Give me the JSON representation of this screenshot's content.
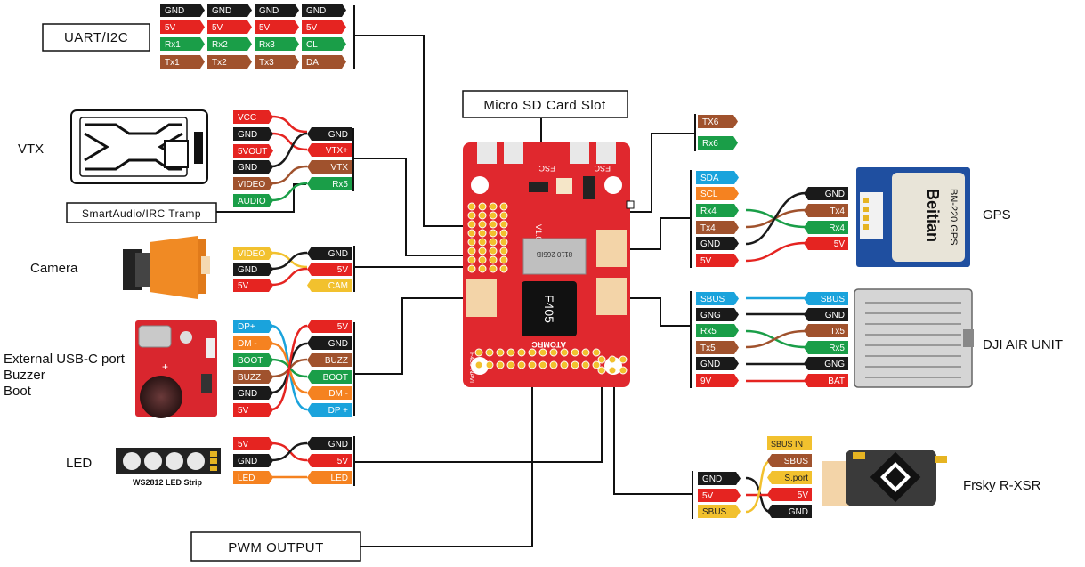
{
  "title_boxes": {
    "uart_i2c": "UART/I2C",
    "micro_sd": "Micro SD Card Slot",
    "smartaudio": "SmartAudio/IRC Tramp",
    "pwm_output": "PWM OUTPUT"
  },
  "side_labels": {
    "vtx": "VTX",
    "camera": "Camera",
    "usb_port": "External USB-C port",
    "buzzer": "Buzzer",
    "boot": "Boot",
    "led": "LED",
    "gps": "GPS",
    "dji": "DJI AIR UNIT",
    "frsky": "Frsky R-XSR"
  },
  "part_text": {
    "led_strip": "WS2812 LED Strip",
    "gps_brand": "Beitian",
    "gps_model": "BN-220 GPS",
    "board_chip": "F405",
    "board_sd": "8110 265IB",
    "board_v": "V1.0",
    "board_esc1": "ESC",
    "board_esc2": "ESC",
    "board_atomrc": "ATOMRC",
    "board_name": "F405-NAVI",
    "sbus_in": "SBUS IN"
  },
  "uart": [
    [
      "GND",
      "GND",
      "GND",
      "GND"
    ],
    [
      "5V",
      "5V",
      "5V",
      "5V"
    ],
    [
      "Rx1",
      "Rx2",
      "Rx3",
      "CL"
    ],
    [
      "Tx1",
      "Tx2",
      "Tx3",
      "DA"
    ]
  ],
  "vtx": {
    "left": [
      "VCC",
      "GND",
      "5VOUT",
      "GND",
      "VIDEO",
      "AUDIO"
    ],
    "right": [
      "GND",
      "VTX+",
      "VTX",
      "Rx5"
    ]
  },
  "camera": {
    "left": [
      "VIDEO",
      "GND",
      "5V"
    ],
    "right": [
      "GND",
      "5V",
      "CAM"
    ]
  },
  "usb": {
    "left": [
      "DP+",
      "DM -",
      "BOOT",
      "BUZZ",
      "GND",
      "5V"
    ],
    "right": [
      "5V",
      "GND",
      "BUZZ",
      "BOOT",
      "DM -",
      "DP +"
    ]
  },
  "led": {
    "left": [
      "5V",
      "GND",
      "LED"
    ],
    "right": [
      "GND",
      "5V",
      "LED"
    ]
  },
  "tx6": [
    "TX6",
    "Rx6"
  ],
  "gps": {
    "left": [
      "SDA",
      "SCL",
      "Rx4",
      "Tx4",
      "GND",
      "5V"
    ],
    "right": [
      "GND",
      "Tx4",
      "Rx4",
      "5V"
    ]
  },
  "dji": {
    "left": [
      "SBUS",
      "GNG",
      "Rx5",
      "Tx5",
      "GND",
      "9V"
    ],
    "right": [
      "SBUS",
      "GND",
      "Tx5",
      "Rx5",
      "GNG",
      "BAT"
    ]
  },
  "frsky": {
    "left": [
      "GND",
      "5V",
      "SBUS"
    ],
    "right": [
      "SBUS",
      "S.port",
      "5V",
      "GND"
    ]
  },
  "colors": {
    "gnd": "#1a1a1a",
    "v5": "#e52421",
    "rx": "#1a9e48",
    "tx": "#a0522d",
    "sda": "#1aa3dc",
    "scl": "#f58220",
    "yellow": "#f2c12e",
    "board": "#e0282e"
  }
}
